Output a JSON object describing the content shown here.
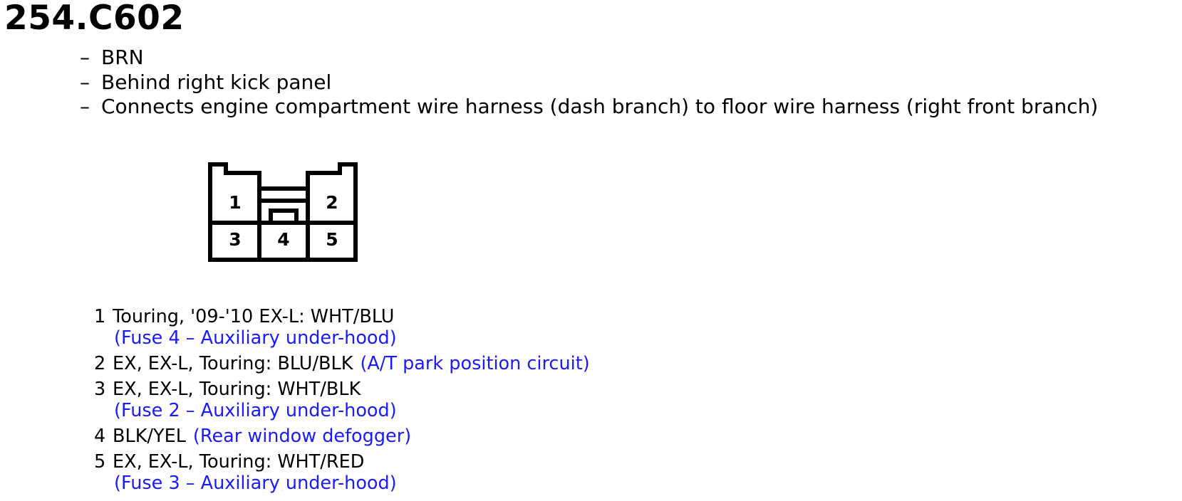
{
  "connector": {
    "title": "254.C602",
    "info": [
      "BRN",
      "Behind right kick panel",
      "Connects engine compartment wire harness (dash branch) to floor wire harness (right front branch)"
    ],
    "dash": "–",
    "diagram_pins": [
      "1",
      "2",
      "3",
      "4",
      "5"
    ],
    "colors": {
      "text": "#000000",
      "note": "#1a1aff",
      "stroke": "#000000"
    }
  },
  "pins": [
    {
      "num": "1",
      "desc": "Touring, '09-'10 EX-L: WHT/BLU",
      "note": "(Fuse 4 – Auxiliary under-hood)",
      "note_style": "block"
    },
    {
      "num": "2",
      "desc": "EX, EX-L, Touring: BLU/BLK",
      "note": "(A/T park position circuit)",
      "note_style": "inline"
    },
    {
      "num": "3",
      "desc": "EX, EX-L, Touring: WHT/BLK",
      "note": "(Fuse 2 – Auxiliary under-hood)",
      "note_style": "block"
    },
    {
      "num": "4",
      "desc": "BLK/YEL",
      "note": "(Rear window defogger)",
      "note_style": "inline"
    },
    {
      "num": "5",
      "desc": "EX, EX-L, Touring: WHT/RED",
      "note": "(Fuse 3 – Auxiliary under-hood)",
      "note_style": "block"
    }
  ]
}
